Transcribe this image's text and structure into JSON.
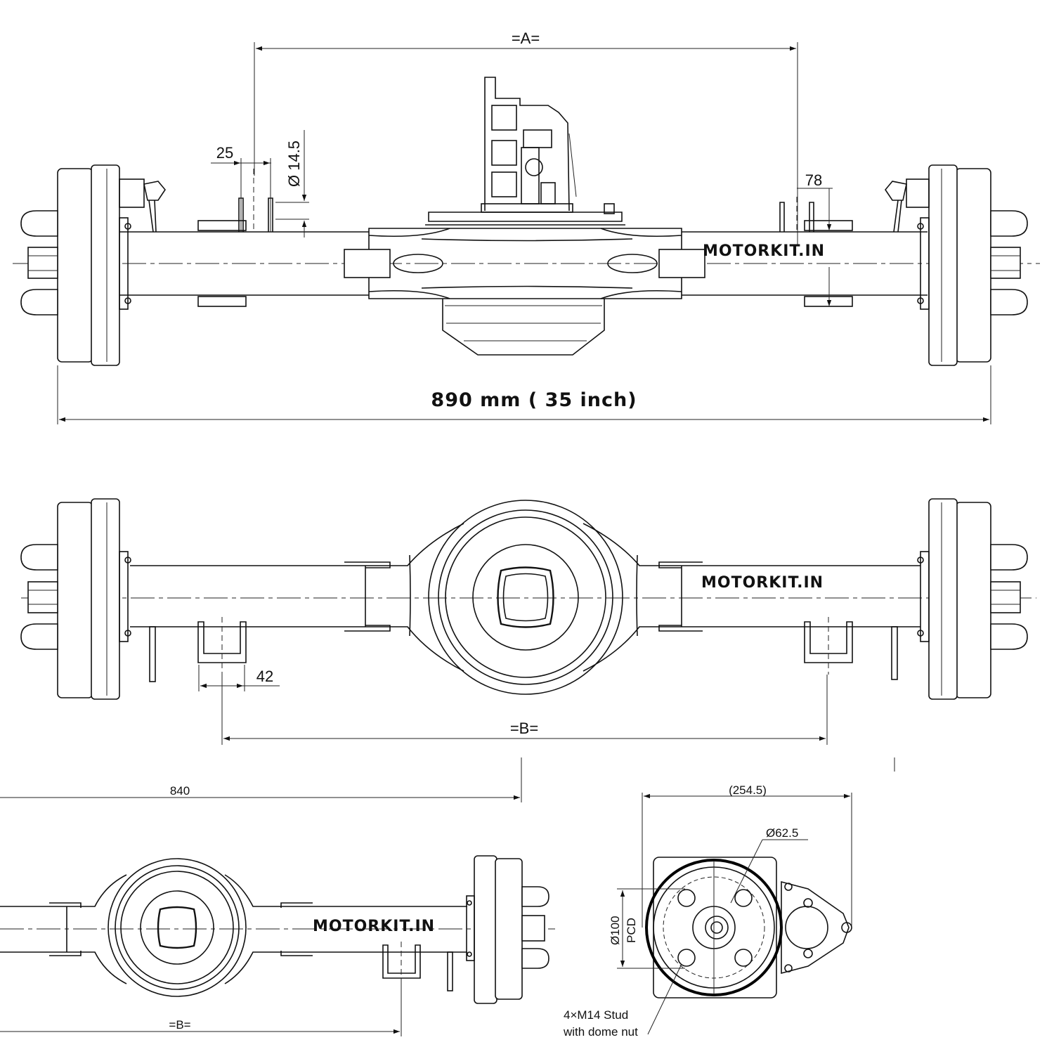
{
  "watermark": "MOTORKIT.IN",
  "top_view": {
    "dim_a": "=A=",
    "dim_25": "25",
    "dim_dia_145": "Ø 14.5",
    "dim_78": "78",
    "overall_width": "890 mm ( 35 inch)"
  },
  "front_view": {
    "dim_42": "42",
    "dim_b": "=B="
  },
  "partial_view": {
    "dim_840": "840",
    "dim_b": "=B="
  },
  "side_view": {
    "dim_2545": "(254.5)",
    "dim_dia_625": "Ø62.5",
    "dim_pcd_dia": "Ø100",
    "dim_pcd_label": "PCD",
    "stud_note_line1": "4×M14 Stud",
    "stud_note_line2": "with dome nut"
  }
}
